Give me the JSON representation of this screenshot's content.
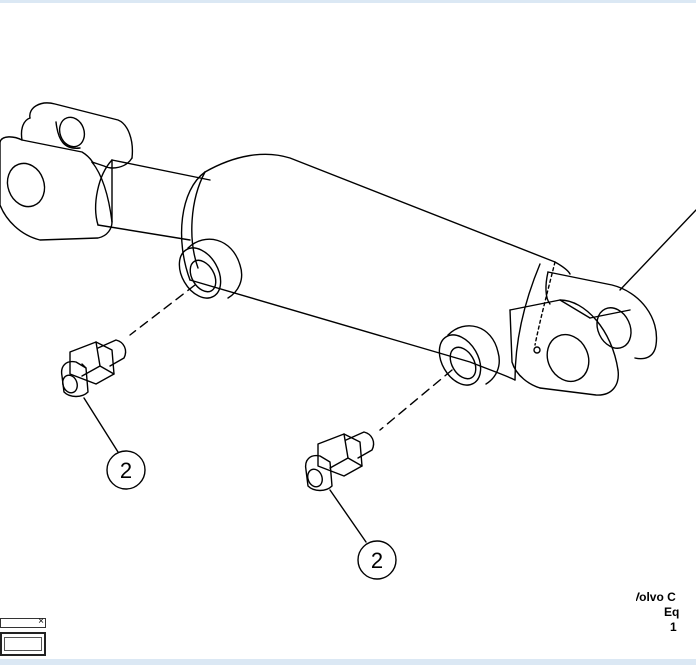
{
  "callouts": {
    "left_label": "2",
    "right_label": "2"
  },
  "footer": {
    "line1": "Volvo C",
    "line2": "Eq",
    "line3": "1"
  },
  "widget": {
    "close_glyph": "×"
  }
}
